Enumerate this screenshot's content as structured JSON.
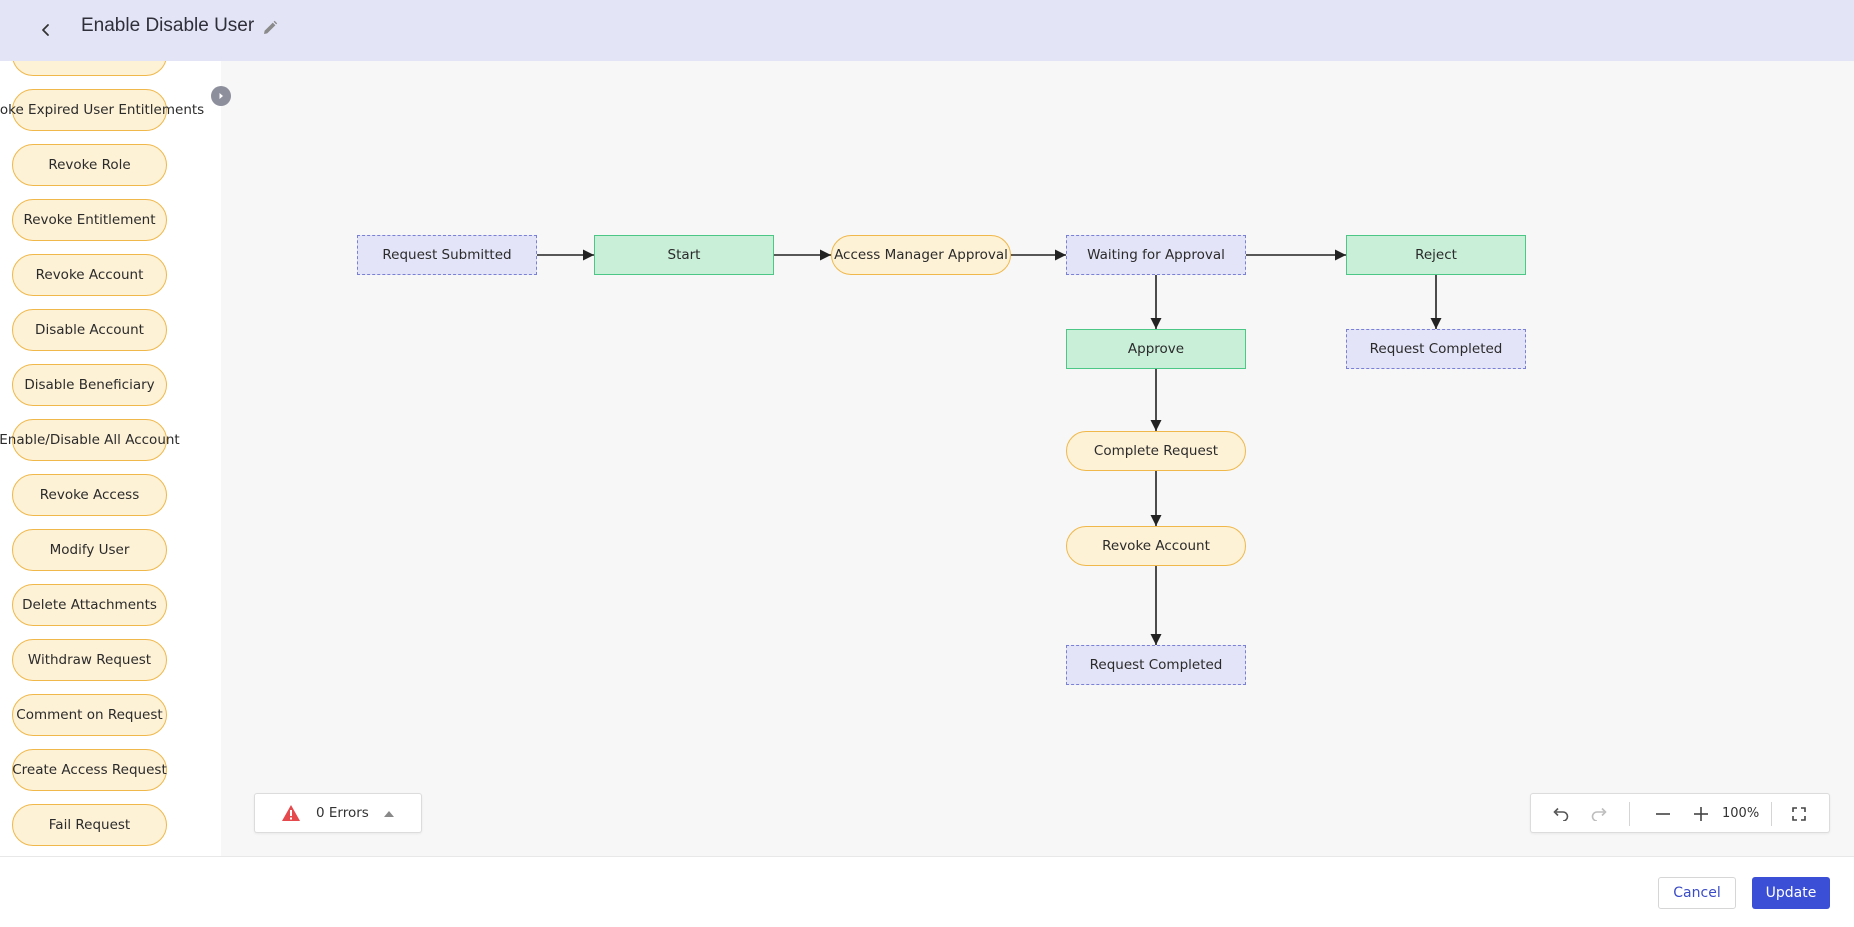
{
  "header": {
    "title": "Enable Disable User",
    "back_icon": "chevron-left-icon",
    "edit_icon": "pencil-icon",
    "background": "#e3e5f7"
  },
  "sidebar": {
    "collapse_icon": "chevron-right-icon",
    "items": [
      "",
      "Revoke Expired User Entitlements",
      "Revoke Role",
      "Revoke Entitlement",
      "Revoke Account",
      "Disable Account",
      "Disable Beneficiary",
      "Enable/Disable All Account",
      "Revoke Access",
      "Modify User",
      "Delete Attachments",
      "Withdraw Request",
      "Comment on Request",
      "Create Access Request",
      "Fail Request",
      ""
    ]
  },
  "workflow": {
    "colors": {
      "status_fill": "#e3e4f8",
      "status_border": "#7a80d6",
      "decision_fill": "#c9efd9",
      "decision_border": "#4cc785",
      "action_fill": "#fdf1d6",
      "action_border": "#f0b84a"
    },
    "nodes": [
      {
        "id": "n1",
        "type": "status",
        "label": "Request Submitted"
      },
      {
        "id": "n2",
        "type": "decision",
        "label": "Start"
      },
      {
        "id": "n3",
        "type": "action",
        "label": "Access Manager Approval"
      },
      {
        "id": "n4",
        "type": "status",
        "label": "Waiting for Approval"
      },
      {
        "id": "n5",
        "type": "decision",
        "label": "Reject"
      },
      {
        "id": "n6",
        "type": "status",
        "label": "Request Completed"
      },
      {
        "id": "n7",
        "type": "decision",
        "label": "Approve"
      },
      {
        "id": "n8",
        "type": "action",
        "label": "Complete Request"
      },
      {
        "id": "n9",
        "type": "action",
        "label": "Revoke Account"
      },
      {
        "id": "n10",
        "type": "status",
        "label": "Request Completed"
      }
    ],
    "edges": [
      {
        "from": "n1",
        "to": "n2"
      },
      {
        "from": "n2",
        "to": "n3"
      },
      {
        "from": "n3",
        "to": "n4"
      },
      {
        "from": "n4",
        "to": "n5"
      },
      {
        "from": "n5",
        "to": "n6"
      },
      {
        "from": "n4",
        "to": "n7"
      },
      {
        "from": "n7",
        "to": "n8"
      },
      {
        "from": "n8",
        "to": "n9"
      },
      {
        "from": "n9",
        "to": "n10"
      }
    ]
  },
  "errors": {
    "label": "0 Errors",
    "icon": "warning-triangle-icon",
    "icon_color": "#e5484d"
  },
  "zoom": {
    "level": "100%",
    "icons": [
      "undo-icon",
      "redo-icon",
      "zoom-out-icon",
      "zoom-in-icon",
      "fullscreen-icon"
    ]
  },
  "footer": {
    "cancel_label": "Cancel",
    "update_label": "Update",
    "accent": "#3b4ed6"
  }
}
